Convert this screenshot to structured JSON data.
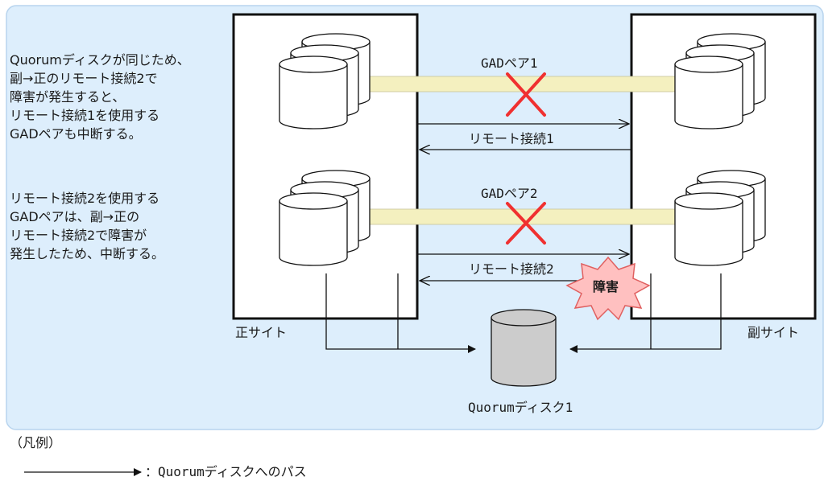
{
  "note_left": [
    "Quorumディスクが同じため、",
    "副→正のリモート接続2で",
    "障害が発生すると、",
    "リモート接続1を使用する",
    "GADペアも中断する。"
  ],
  "note_left2": [
    "リモート接続2を使用する",
    "GADペアは、副→正の",
    "リモート接続2で障害が",
    "発生したため、中断する。"
  ],
  "gad_pair1_label": "GADペア1",
  "gad_pair2_label": "GADペア2",
  "remote1_label": "リモート接続1",
  "remote2_label": "リモート接続2",
  "failure_label": "障害",
  "primary_site_label": "正サイト",
  "secondary_site_label": "副サイト",
  "quorum_label": "Quorumディスク1",
  "legend_title": "（凡例）",
  "legend_path_label": "：Quorumディスクへのパス",
  "colors": {
    "panel_bg": "#ddeefc",
    "panel_border": "#b8d4ee",
    "pair_band": "#f4f0bf",
    "cross": "#f03030",
    "failure_fill": "#ffc0c0",
    "failure_stroke": "#e06060"
  }
}
